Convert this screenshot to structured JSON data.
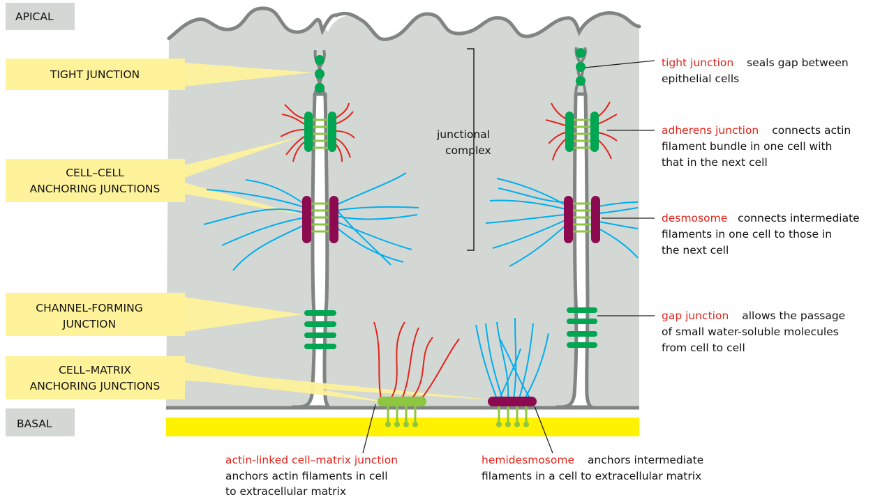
{
  "regions": {
    "apical": "APICAL",
    "basal": "BASAL"
  },
  "left_labels": {
    "tight": [
      "TIGHT JUNCTION"
    ],
    "cell_cell": [
      "CELL–CELL",
      "ANCHORING JUNCTIONS"
    ],
    "channel": [
      "CHANNEL-FORMING",
      "JUNCTION"
    ],
    "cell_matrix": [
      "CELL–MATRIX",
      "ANCHORING JUNCTIONS"
    ]
  },
  "junctional_complex": [
    "junctional",
    "complex"
  ],
  "right_annotations": {
    "tight": {
      "term": "tight junction",
      "lines": [
        "seals gap between",
        "epithelial cells"
      ]
    },
    "adherens": {
      "term": "adherens junction",
      "lines": [
        "connects actin",
        "filament bundle in one cell with",
        "that in the next cell"
      ]
    },
    "desmosome": {
      "term": "desmosome",
      "lines": [
        "connects intermediate",
        "filaments in one cell to those in",
        "the next cell"
      ]
    },
    "gap": {
      "term": "gap junction",
      "lines": [
        "allows the passage",
        "of small water-soluble molecules",
        "from cell to cell"
      ]
    }
  },
  "bottom_annotations": {
    "actin_linked": {
      "term": "actin-linked cell–matrix junction",
      "lines": [
        "anchors actin filaments in cell",
        "to extracellular matrix"
      ]
    },
    "hemidesmosome": {
      "term": "hemidesmosome",
      "lines": [
        "anchors intermediate",
        "filaments in a cell to extracellular matrix"
      ]
    }
  },
  "colors": {
    "cell": "#d3d8d4",
    "membrane": "#808483",
    "highlight": "#fef29b",
    "basal_lamina": "#fff200",
    "green": "#00a651",
    "light_green": "#8dc63f",
    "purple": "#8b0a50",
    "actin": "#e2231a",
    "intermediate": "#00aeef",
    "term_red": "#e2231a"
  }
}
